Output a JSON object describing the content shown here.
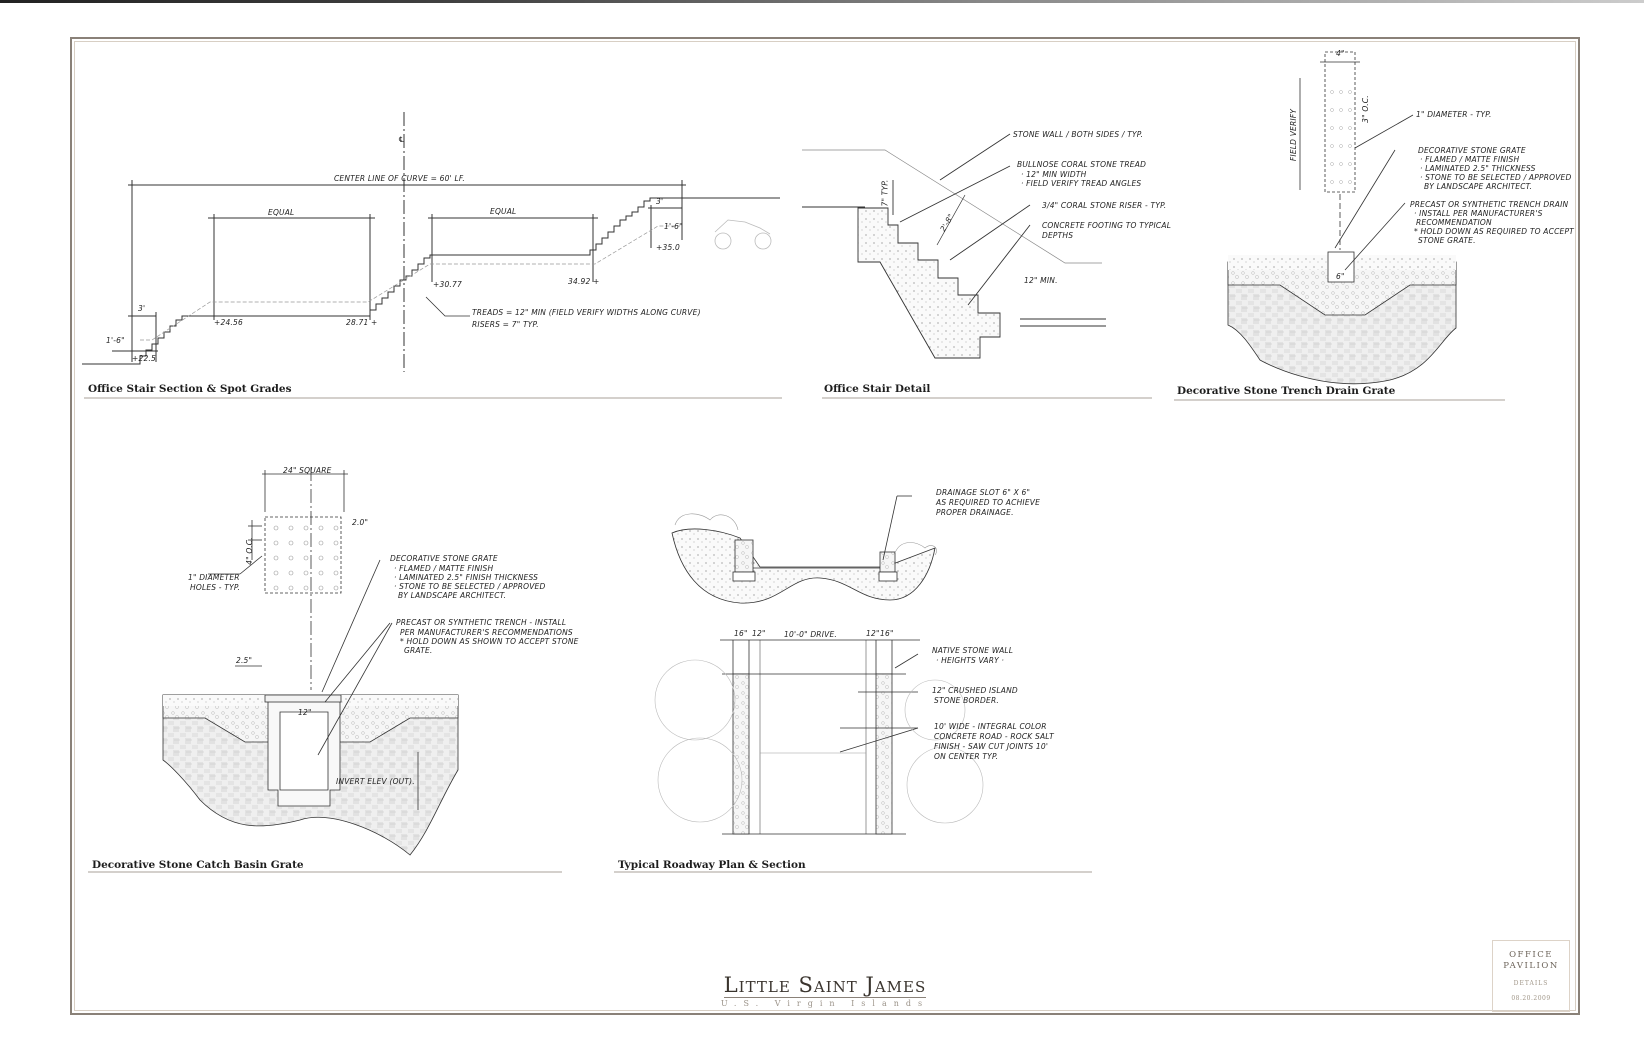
{
  "project": {
    "name": "Little Saint James",
    "location": "U.S. Virgin Islands"
  },
  "title_block": {
    "project_line1": "Office",
    "project_line2": "Pavilion",
    "sheet_title": "Details",
    "date": "08.20.2009"
  },
  "details": [
    {
      "title": "Office Stair Section & Spot Grades",
      "notes": {
        "centerline_mark": "℄",
        "centerline_length": "Center line of curve = 60' LF.",
        "equal_left": "Equal",
        "equal_right": "Equal",
        "dim_left_width": "3'",
        "dim_left_height": "1'-6\"",
        "dim_right_width": "3'",
        "dim_right_height": "1'-6\"",
        "grade_1": "+22.5",
        "grade_2": "+24.56",
        "grade_3": "28.71 +",
        "grade_4": "+30.77",
        "grade_5": "34.92 +",
        "grade_6": "+35.0",
        "treads_note": "Treads = 12\" min (field verify widths along curve)",
        "risers_note": "Risers = 7\" typ."
      }
    },
    {
      "title": "Office Stair Detail",
      "notes": {
        "stone_wall": "Stone wall / both sides / typ.",
        "bullnose_line1": "Bullnose coral stone tread",
        "bullnose_line2": "· 12\" min width",
        "bullnose_line3": "· field verify tread angles",
        "riser": "3/4\" coral stone riser - typ.",
        "footing_line1": "Concrete footing to typical",
        "footing_line2": "depths",
        "dim_typ": "7\" typ.",
        "dim_diag": "2'-8\"",
        "dim_min": "12\" min."
      }
    },
    {
      "title": "Decorative Stone Trench Drain Grate",
      "notes": {
        "width": "4\"",
        "length": "Field verify",
        "spacing": "3\" o.c.",
        "diameter": "1\" diameter - typ.",
        "grate_line1": "Decorative stone grate",
        "grate_line2": "· flamed / matte finish",
        "grate_line3": "· laminated 2.5\" thickness",
        "grate_line4": "· stone to be selected / approved",
        "grate_line5": "by landscape architect.",
        "trench_line1": "Precast or synthetic trench drain",
        "trench_line2": "· install per manufacturer's",
        "trench_line3": "recommendation",
        "trench_line4": "* hold down as required to accept",
        "trench_line5": "stone grate.",
        "trench_width": "6\""
      }
    },
    {
      "title": "Decorative Stone Catch Basin Grate",
      "notes": {
        "square": "24\" square",
        "edge": "2.0\"",
        "spacing": "4\" o.c.",
        "holes_line1": "1\" diameter",
        "holes_line2": "holes - typ.",
        "grate_line1": "Decorative stone grate",
        "grate_line2": "· flamed / matte finish",
        "grate_line3": "· laminated 2.5\" finish thickness",
        "grate_line4": "· stone to be selected / approved",
        "grate_line5": "by landscape architect.",
        "trench_line1": "Precast or synthetic trench - install",
        "trench_line2": "per manufacturer's recommendations",
        "trench_line3": "* hold down as shown to accept stone",
        "trench_line4": "grate.",
        "ledge": "2.5\"",
        "inner": "12\"",
        "invert": "Invert elev (out)."
      }
    },
    {
      "title": "Typical Roadway Plan & Section",
      "notes": {
        "drain_line1": "Drainage slot 6\" x 6\"",
        "drain_line2": "as required to achieve",
        "drain_line3": "proper drainage.",
        "dim_a": "16\"",
        "dim_b": "12\"",
        "drive": "10'-0\" drive.",
        "dim_c": "12\"",
        "dim_d": "16\"",
        "wall_line1": "Native stone wall",
        "wall_line2": "· heights vary ·",
        "border_line1": "12\" crushed island",
        "border_line2": "stone border.",
        "concrete_line1": "10' wide - integral color",
        "concrete_line2": "concrete road - rock salt",
        "concrete_line3": "finish - saw cut joints 10'",
        "concrete_line4": "on center typ."
      }
    }
  ]
}
